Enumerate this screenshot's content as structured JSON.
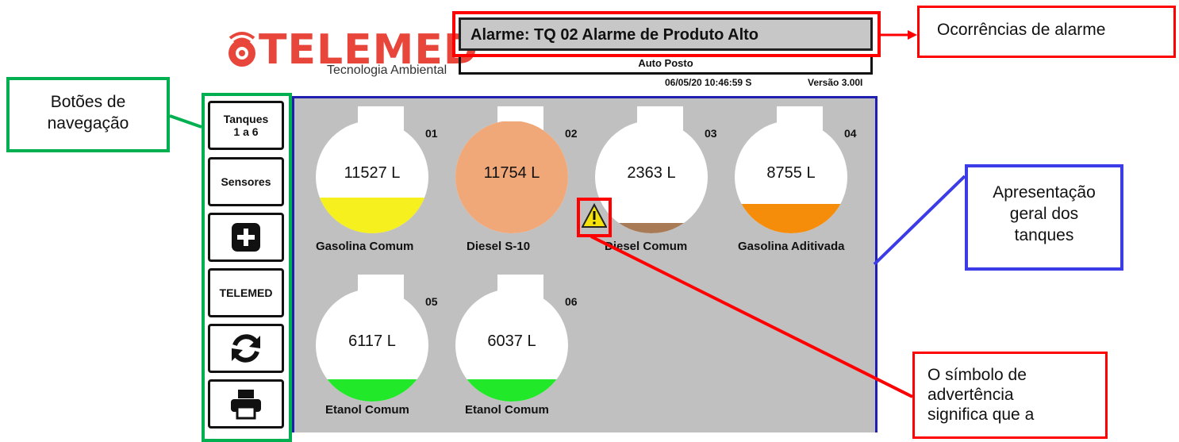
{
  "brand": {
    "name": "TELEMED",
    "tagline": "Tecnologia Ambiental"
  },
  "alarm": {
    "text": "Alarme:  TQ 02 Alarme de Produto Alto"
  },
  "site": {
    "name": "Auto Posto"
  },
  "status": {
    "datetime": "06/05/20  10:46:59  S",
    "version": "Versão 3.00I"
  },
  "navigation": {
    "tanks_label": "Tanques\n1 a 6",
    "sensors_label": "Sensores",
    "add_icon": "plus-square-icon",
    "telemed_label": "TELEMED",
    "refresh_icon": "refresh-icon",
    "print_icon": "printer-icon"
  },
  "tanks": [
    {
      "number": "01",
      "volume": "11527 L",
      "product": "Gasolina Comum",
      "fill_level": 0.32,
      "color": "#f5f01e"
    },
    {
      "number": "02",
      "volume": "11754 L",
      "product": "Diesel S-10",
      "fill_level": 0.99,
      "color": "#f0a878"
    },
    {
      "number": "03",
      "volume": "2363 L",
      "product": "Diesel Comum",
      "fill_level": 0.09,
      "color": "#a87a55"
    },
    {
      "number": "04",
      "volume": "8755 L",
      "product": "Gasolina Aditivada",
      "fill_level": 0.26,
      "color": "#f58c0a"
    },
    {
      "number": "05",
      "volume": "6117 L",
      "product": "Etanol Comum",
      "fill_level": 0.2,
      "color": "#22e82a"
    },
    {
      "number": "06",
      "volume": "6037 L",
      "product": "Etanol Comum",
      "fill_level": 0.2,
      "color": "#22e82a"
    }
  ],
  "warning": {
    "icon": "warning-triangle-icon"
  },
  "callouts": {
    "alarm": "Ocorrências de alarme",
    "navigation": "Botões de\nnavegação",
    "tanks": "Apresentação\ngeral dos\ntanques",
    "warning": "O símbolo de\nadvertência\nsignifica que a"
  },
  "colors": {
    "alarm_red": "#ff0000",
    "nav_green": "#00b050",
    "panel_blue": "#1f1fb0",
    "brand_red": "#e8453b"
  }
}
